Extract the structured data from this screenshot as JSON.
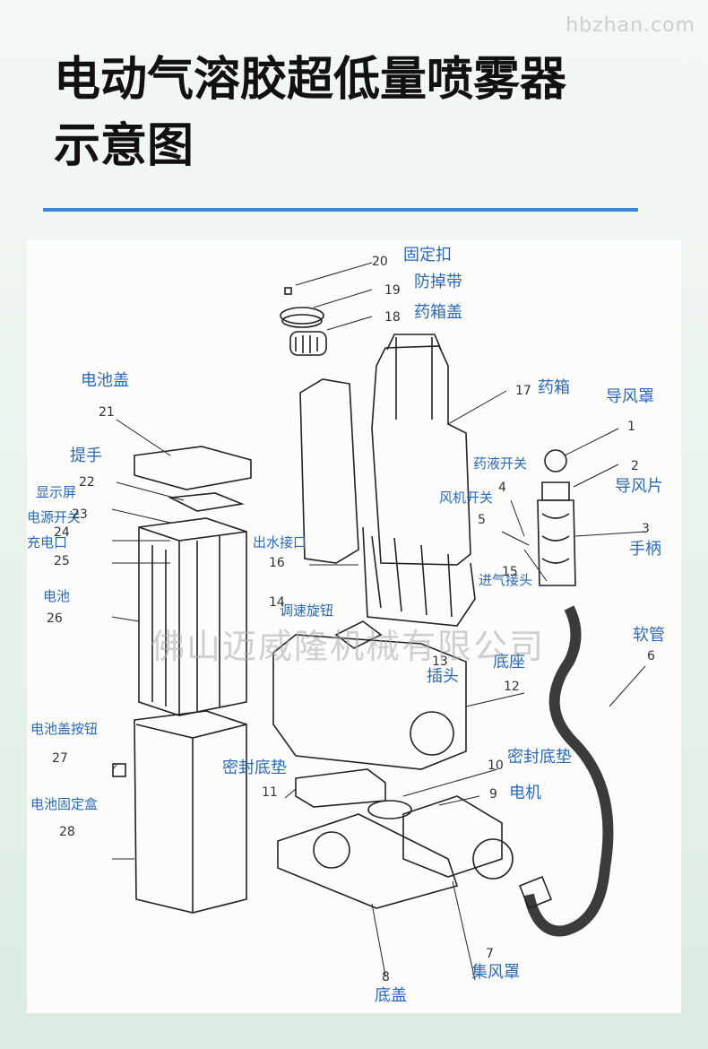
{
  "watermark_top": "hbzhan.com",
  "title_line1": "电动气溶胶超低量喷雾器",
  "title_line2": "示意图",
  "watermark_mid": "佛山迈威隆机械有限公司",
  "labels": {
    "gudingkou": "固定扣",
    "fangdiaodai": "防掉带",
    "yaoxianggai": "药箱盖",
    "dianchigai": "电池盖",
    "yaoxiang": "药箱",
    "daofengzhao": "导风罩",
    "tishou": "提手",
    "yaoyekaiguan": "药液开关",
    "daofengpian": "导风片",
    "xianshiping": "显示屏",
    "fengjikaiguan": "风机开关",
    "dianyuankaiguan": "电源开关",
    "chongdiankou": "充电口",
    "chushuijiekou": "出水接口",
    "shoubing": "手柄",
    "jinqijietou": "进气接头",
    "dianchi": "电池",
    "tiaosuxuanniu": "调速旋钮",
    "ruanguan": "软管",
    "chatou": "插头",
    "dizuo": "底座",
    "dianchigaianniu": "电池盖按钮",
    "mifengdidian_a": "密封底垫",
    "mifengdidian_b": "密封底垫",
    "dianji": "电机",
    "dianchigudinghe": "电池固定盒",
    "jifengzhao": "集风罩",
    "digai": "底盖"
  },
  "numbers": [
    "20",
    "19",
    "18",
    "17",
    "1",
    "21",
    "2",
    "22",
    "4",
    "23",
    "5",
    "24",
    "3",
    "16",
    "15",
    "25",
    "26",
    "14",
    "13",
    "6",
    "12",
    "27",
    "10",
    "11",
    "9",
    "28",
    "7",
    "8"
  ]
}
